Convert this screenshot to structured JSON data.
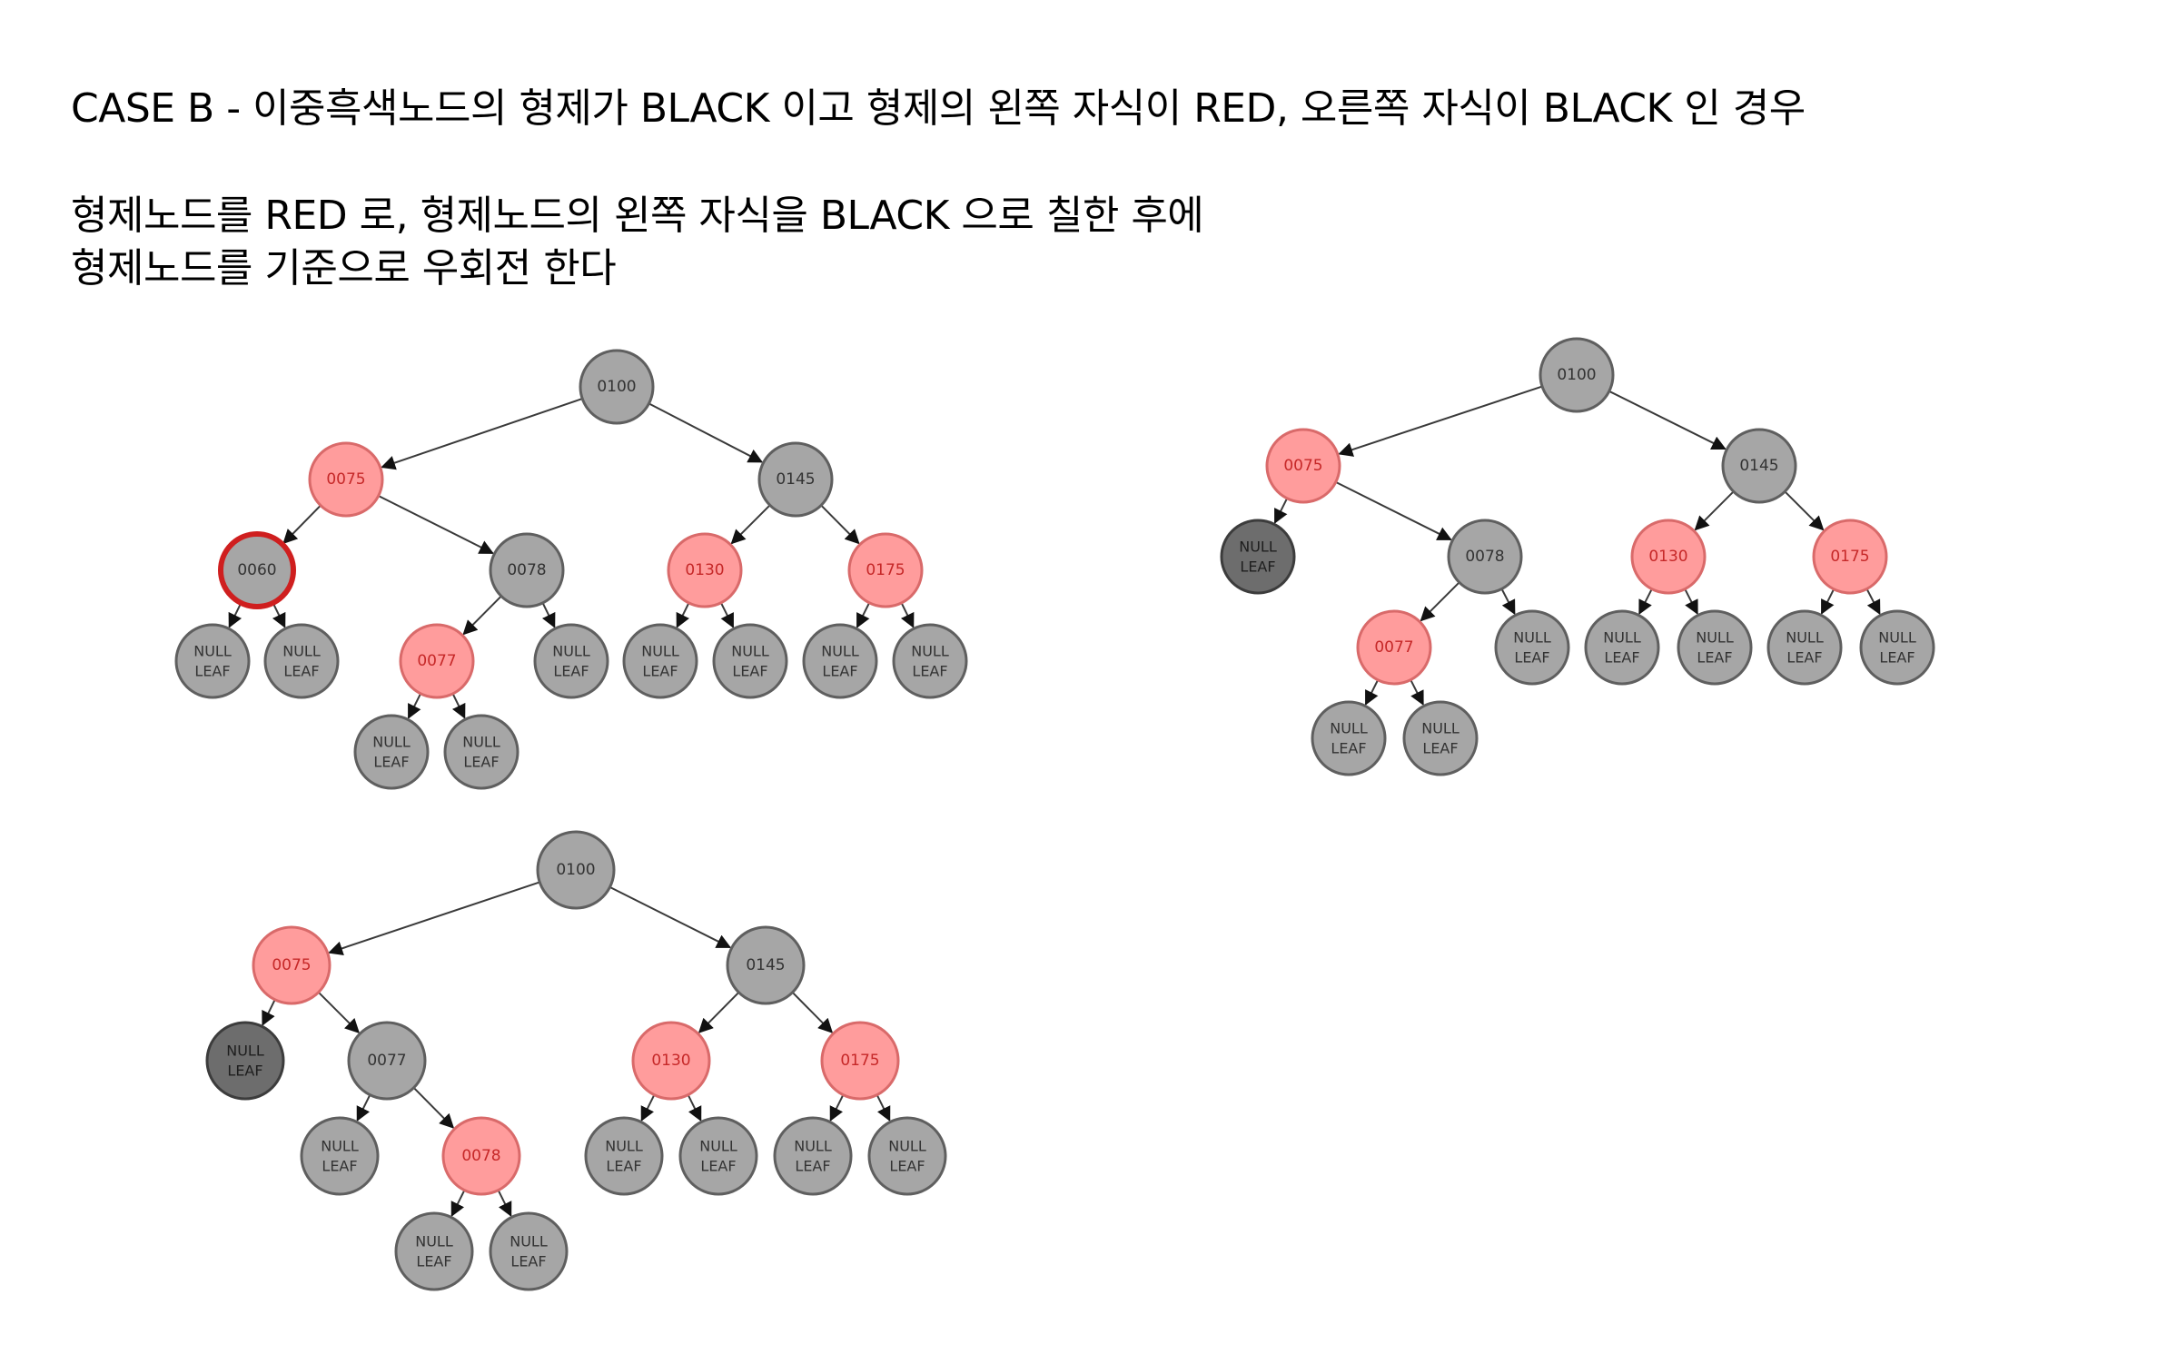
{
  "title": "CASE B - 이중흑색노드의 형제가 BLACK 이고 형제의 왼쪽 자식이 RED, 오른쪽 자식이 BLACK 인 경우",
  "description": [
    "형제노드를 RED 로, 형제노드의 왼쪽 자식을 BLACK 으로 칠한 후에",
    "형제노드를 기준으로 우회전 한다"
  ],
  "null_label": [
    "NULL",
    "LEAF"
  ],
  "colors": {
    "black_node": "#a6a6a6",
    "red_node": "#ff9c9c",
    "red_text": "#c62828",
    "double_black_border": "#cf1f1f",
    "dark_leaf": "#6d6d6d"
  },
  "trees": [
    {
      "name": "before",
      "nodes": [
        {
          "id": "n100",
          "label": "0100",
          "color": "black"
        },
        {
          "id": "n075",
          "label": "0075",
          "color": "red"
        },
        {
          "id": "n145",
          "label": "0145",
          "color": "black"
        },
        {
          "id": "n060",
          "label": "0060",
          "color": "double-black"
        },
        {
          "id": "n078",
          "label": "0078",
          "color": "black"
        },
        {
          "id": "n130",
          "label": "0130",
          "color": "red"
        },
        {
          "id": "n175",
          "label": "0175",
          "color": "red"
        },
        {
          "id": "l1",
          "label": "NULL LEAF",
          "color": "null"
        },
        {
          "id": "l2",
          "label": "NULL LEAF",
          "color": "null"
        },
        {
          "id": "n077",
          "label": "0077",
          "color": "red"
        },
        {
          "id": "l3",
          "label": "NULL LEAF",
          "color": "null"
        },
        {
          "id": "l4",
          "label": "NULL LEAF",
          "color": "null"
        },
        {
          "id": "l5",
          "label": "NULL LEAF",
          "color": "null"
        },
        {
          "id": "l6",
          "label": "NULL LEAF",
          "color": "null"
        },
        {
          "id": "l7",
          "label": "NULL LEAF",
          "color": "null"
        },
        {
          "id": "l8",
          "label": "NULL LEAF",
          "color": "null"
        },
        {
          "id": "l9",
          "label": "NULL LEAF",
          "color": "null"
        }
      ],
      "edges": [
        [
          "n100",
          "n075"
        ],
        [
          "n100",
          "n145"
        ],
        [
          "n075",
          "n060"
        ],
        [
          "n075",
          "n078"
        ],
        [
          "n145",
          "n130"
        ],
        [
          "n145",
          "n175"
        ],
        [
          "n060",
          "l1"
        ],
        [
          "n060",
          "l2"
        ],
        [
          "n078",
          "n077"
        ],
        [
          "n078",
          "l3"
        ],
        [
          "n130",
          "l4"
        ],
        [
          "n130",
          "l5"
        ],
        [
          "n175",
          "l6"
        ],
        [
          "n175",
          "l7"
        ],
        [
          "n077",
          "l8"
        ],
        [
          "n077",
          "l9"
        ]
      ]
    },
    {
      "name": "after-removal",
      "nodes": [
        {
          "id": "n100",
          "label": "0100",
          "color": "black"
        },
        {
          "id": "n075",
          "label": "0075",
          "color": "red"
        },
        {
          "id": "n145",
          "label": "0145",
          "color": "black"
        },
        {
          "id": "d1",
          "label": "NULL LEAF",
          "color": "dark"
        },
        {
          "id": "n078",
          "label": "0078",
          "color": "black"
        },
        {
          "id": "n130",
          "label": "0130",
          "color": "red"
        },
        {
          "id": "n175",
          "label": "0175",
          "color": "red"
        },
        {
          "id": "n077",
          "label": "0077",
          "color": "red"
        },
        {
          "id": "l1",
          "label": "NULL LEAF",
          "color": "null"
        },
        {
          "id": "l2",
          "label": "NULL LEAF",
          "color": "null"
        },
        {
          "id": "l3",
          "label": "NULL LEAF",
          "color": "null"
        },
        {
          "id": "l4",
          "label": "NULL LEAF",
          "color": "null"
        },
        {
          "id": "l5",
          "label": "NULL LEAF",
          "color": "null"
        },
        {
          "id": "l6",
          "label": "NULL LEAF",
          "color": "null"
        },
        {
          "id": "l7",
          "label": "NULL LEAF",
          "color": "null"
        }
      ],
      "edges": [
        [
          "n100",
          "n075"
        ],
        [
          "n100",
          "n145"
        ],
        [
          "n075",
          "d1"
        ],
        [
          "n075",
          "n078"
        ],
        [
          "n145",
          "n130"
        ],
        [
          "n145",
          "n175"
        ],
        [
          "n078",
          "n077"
        ],
        [
          "n078",
          "l1"
        ],
        [
          "n130",
          "l2"
        ],
        [
          "n130",
          "l3"
        ],
        [
          "n175",
          "l4"
        ],
        [
          "n175",
          "l5"
        ],
        [
          "n077",
          "l6"
        ],
        [
          "n077",
          "l7"
        ]
      ]
    },
    {
      "name": "after-rotation",
      "nodes": [
        {
          "id": "n100",
          "label": "0100",
          "color": "black"
        },
        {
          "id": "n075",
          "label": "0075",
          "color": "red"
        },
        {
          "id": "n145",
          "label": "0145",
          "color": "black"
        },
        {
          "id": "d1",
          "label": "NULL LEAF",
          "color": "dark"
        },
        {
          "id": "n077",
          "label": "0077",
          "color": "black"
        },
        {
          "id": "n130",
          "label": "0130",
          "color": "red"
        },
        {
          "id": "n175",
          "label": "0175",
          "color": "red"
        },
        {
          "id": "l1",
          "label": "NULL LEAF",
          "color": "null"
        },
        {
          "id": "n078",
          "label": "0078",
          "color": "red"
        },
        {
          "id": "l2",
          "label": "NULL LEAF",
          "color": "null"
        },
        {
          "id": "l3",
          "label": "NULL LEAF",
          "color": "null"
        },
        {
          "id": "l4",
          "label": "NULL LEAF",
          "color": "null"
        },
        {
          "id": "l5",
          "label": "NULL LEAF",
          "color": "null"
        },
        {
          "id": "l6",
          "label": "NULL LEAF",
          "color": "null"
        },
        {
          "id": "l7",
          "label": "NULL LEAF",
          "color": "null"
        }
      ],
      "edges": [
        [
          "n100",
          "n075"
        ],
        [
          "n100",
          "n145"
        ],
        [
          "n075",
          "d1"
        ],
        [
          "n075",
          "n077"
        ],
        [
          "n145",
          "n130"
        ],
        [
          "n145",
          "n175"
        ],
        [
          "n077",
          "l1"
        ],
        [
          "n077",
          "n078"
        ],
        [
          "n130",
          "l2"
        ],
        [
          "n130",
          "l3"
        ],
        [
          "n175",
          "l4"
        ],
        [
          "n175",
          "l5"
        ],
        [
          "n078",
          "l6"
        ],
        [
          "n078",
          "l7"
        ]
      ]
    }
  ]
}
